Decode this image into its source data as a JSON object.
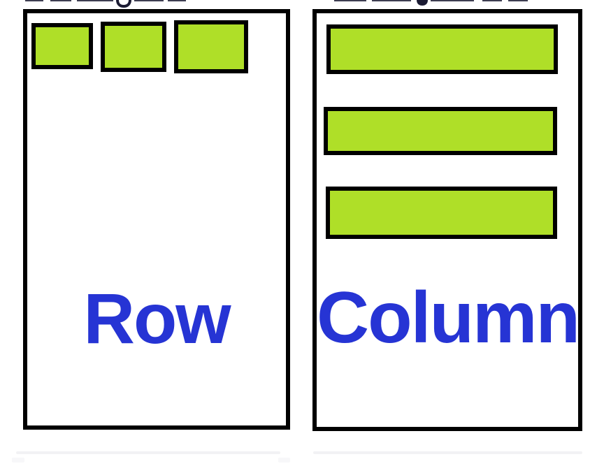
{
  "diagram": {
    "panels": [
      {
        "id": "row",
        "label": "Row",
        "orientation": "horizontal",
        "item_count": 3
      },
      {
        "id": "column",
        "label": "Column",
        "orientation": "vertical",
        "item_count": 3
      }
    ],
    "colors": {
      "item_fill": "#afdf28",
      "item_border": "#000000",
      "panel_border": "#000000",
      "label_color": "#2634d4",
      "background": "#ffffff",
      "cropped_text_color": "#1b1b33",
      "faint_edge_color": "#f2f2f4"
    }
  }
}
